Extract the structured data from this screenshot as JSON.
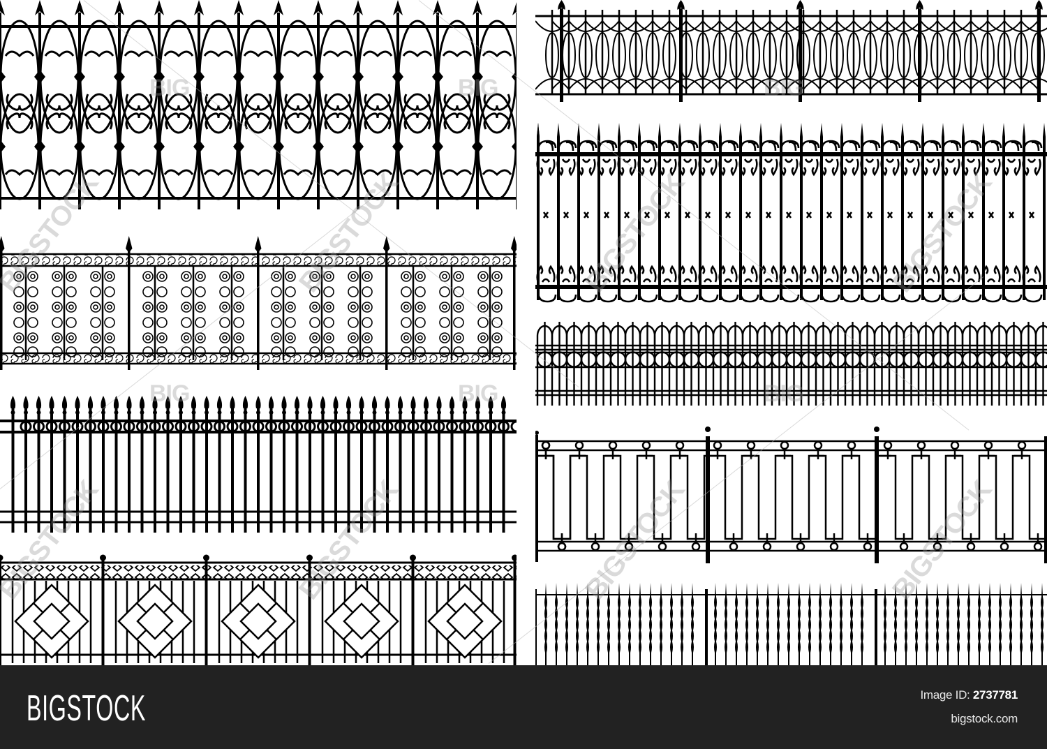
{
  "footer": {
    "brand": "BIGSTOCK",
    "image_id_label": "Image ID:",
    "image_id_value": "2737781",
    "site": "bigstock.com",
    "background": "#222222"
  },
  "watermarks": {
    "short": "BIG",
    "long": "BIGSTOCK"
  },
  "fences": [
    {
      "id": "gothic-arrow-fence",
      "position": "left-row-1",
      "style": "arrow-tipped pickets with oval loops, scrolls and diamond knots"
    },
    {
      "id": "spiral-scroll-fence",
      "position": "left-row-2",
      "style": "spear posts with S-scroll balusters and wave-scroll rails"
    },
    {
      "id": "spear-ring-fence",
      "position": "left-row-3",
      "style": "spear-tipped pickets with ring band"
    },
    {
      "id": "diamond-panel-fence",
      "position": "left-row-4",
      "style": "ball-top posts with nested diamond motifs and diamond band"
    },
    {
      "id": "lens-loop-fence",
      "position": "right-row-1",
      "style": "fleur posts with overlapping lens arcs"
    },
    {
      "id": "scroll-spike-fence",
      "position": "right-row-2",
      "style": "tall spike pickets with C-scroll rails and X collars"
    },
    {
      "id": "arch-ring-fence",
      "position": "right-row-3",
      "style": "arched pickets with circle band"
    },
    {
      "id": "meander-fence",
      "position": "right-row-4",
      "style": "ball-top posts with meander panels and ring accents"
    },
    {
      "id": "twisted-spike-fence",
      "position": "right-row-5",
      "style": "thin twisted pickets with single top rail"
    }
  ],
  "colors": {
    "iron": "#000000",
    "background": "#ffffff",
    "footer_bg": "#222222",
    "footer_text": "#ffffff",
    "watermark": "#999999"
  }
}
